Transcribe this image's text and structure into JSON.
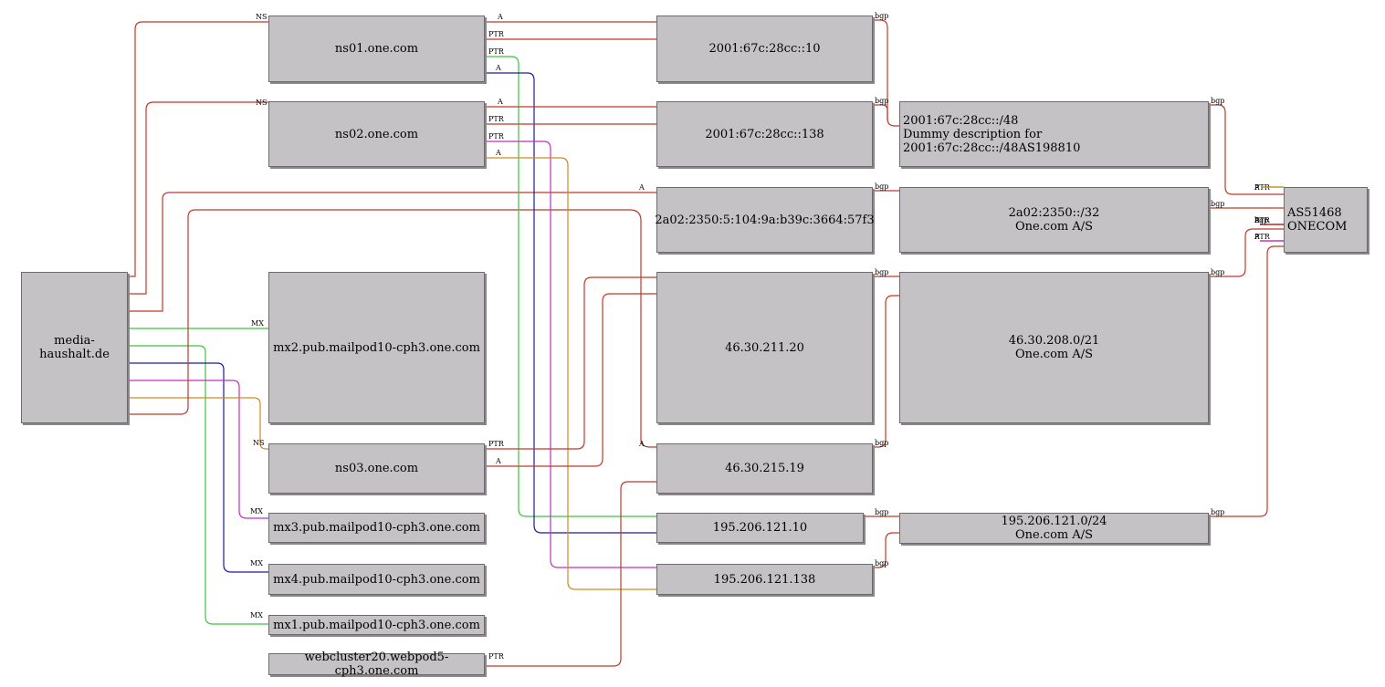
{
  "nodes": [
    {
      "id": "media",
      "lines": [
        "media-haushalt.de"
      ]
    },
    {
      "id": "ns01",
      "lines": [
        "ns01.one.com"
      ]
    },
    {
      "id": "ns02",
      "lines": [
        "ns02.one.com"
      ]
    },
    {
      "id": "ns03",
      "lines": [
        "ns03.one.com"
      ]
    },
    {
      "id": "mx2",
      "lines": [
        "mx2.pub.mailpod10-cph3.one.com"
      ]
    },
    {
      "id": "mx3",
      "lines": [
        "mx3.pub.mailpod10-cph3.one.com"
      ]
    },
    {
      "id": "mx4",
      "lines": [
        "mx4.pub.mailpod10-cph3.one.com"
      ]
    },
    {
      "id": "mx1",
      "lines": [
        "mx1.pub.mailpod10-cph3.one.com"
      ]
    },
    {
      "id": "web",
      "lines": [
        "webcluster20.webpod5-cph3.one.com"
      ]
    },
    {
      "id": "ip6a",
      "lines": [
        "2001:67c:28cc::10"
      ]
    },
    {
      "id": "ip6b",
      "lines": [
        "2001:67c:28cc::138"
      ]
    },
    {
      "id": "ip6c",
      "lines": [
        "2a02:2350:5:104:9a:b39c:3664:57f3"
      ]
    },
    {
      "id": "ip4a",
      "lines": [
        "46.30.211.20"
      ]
    },
    {
      "id": "ip4b",
      "lines": [
        "46.30.215.19"
      ]
    },
    {
      "id": "ip4c",
      "lines": [
        "195.206.121.10"
      ]
    },
    {
      "id": "ip4d",
      "lines": [
        "195.206.121.138"
      ]
    },
    {
      "id": "net6a",
      "lines": [
        "2001:67c:28cc::/48",
        "Dummy description for 2001:67c:28cc::/48AS198810"
      ]
    },
    {
      "id": "net6b",
      "lines": [
        "2a02:2350::/32",
        "One.com A/S"
      ]
    },
    {
      "id": "net4a",
      "lines": [
        "46.30.208.0/21",
        "One.com A/S"
      ]
    },
    {
      "id": "net4b",
      "lines": [
        "195.206.121.0/24",
        "One.com A/S"
      ]
    },
    {
      "id": "as",
      "lines": [
        "AS51468",
        "ONECOM"
      ]
    }
  ],
  "edges": [
    {
      "label": "NS",
      "color": "#c0392b"
    },
    {
      "label": "NS",
      "color": "#c0392b"
    },
    {
      "label": "A",
      "color": "#c0392b"
    },
    {
      "label": "MX",
      "color": "#3cc43c"
    },
    {
      "label": "MX",
      "color": "#3cc43c"
    },
    {
      "label": "MX",
      "color": "#1a1aa0"
    },
    {
      "label": "MX",
      "color": "#c030c0"
    },
    {
      "label": "NS",
      "color": "#d08a20"
    },
    {
      "label": "A",
      "color": "#c0392b"
    },
    {
      "label": "A",
      "color": "#c0392b"
    },
    {
      "label": "PTR",
      "color": "#c0392b"
    },
    {
      "label": "PTR",
      "color": "#3cc43c"
    },
    {
      "label": "A",
      "color": "#1a1aa0"
    },
    {
      "label": "A",
      "color": "#c0392b"
    },
    {
      "label": "PTR",
      "color": "#c0392b"
    },
    {
      "label": "PTR",
      "color": "#c030c0"
    },
    {
      "label": "A",
      "color": "#d08a20"
    },
    {
      "label": "PTR",
      "color": "#c0392b"
    },
    {
      "label": "A",
      "color": "#c0392b"
    },
    {
      "label": "PTR",
      "color": "#c0392b"
    },
    {
      "label": "A",
      "color": "#c0392b"
    },
    {
      "label": "PTR",
      "color": "#3cc43c"
    },
    {
      "label": "A",
      "color": "#1a1aa0"
    },
    {
      "label": "PTR",
      "color": "#c030c0"
    },
    {
      "label": "A",
      "color": "#d08a20"
    },
    {
      "label": "PTR",
      "color": "#c0392b"
    },
    {
      "label": "bgp",
      "color": "#c0392b"
    },
    {
      "label": "bgp",
      "color": "#c0392b"
    },
    {
      "label": "bgp",
      "color": "#c0392b"
    },
    {
      "label": "bgp",
      "color": "#c0392b"
    },
    {
      "label": "bgp",
      "color": "#c0392b"
    },
    {
      "label": "bgp",
      "color": "#c0392b"
    },
    {
      "label": "bgp",
      "color": "#c0392b"
    },
    {
      "label": "bgp",
      "color": "#c0392b"
    },
    {
      "label": "bgp",
      "color": "#c0392b"
    },
    {
      "label": "bgp",
      "color": "#c0392b"
    },
    {
      "label": "bgp",
      "color": "#c0392b"
    },
    {
      "label": "bgp",
      "color": "#c0392b"
    }
  ]
}
